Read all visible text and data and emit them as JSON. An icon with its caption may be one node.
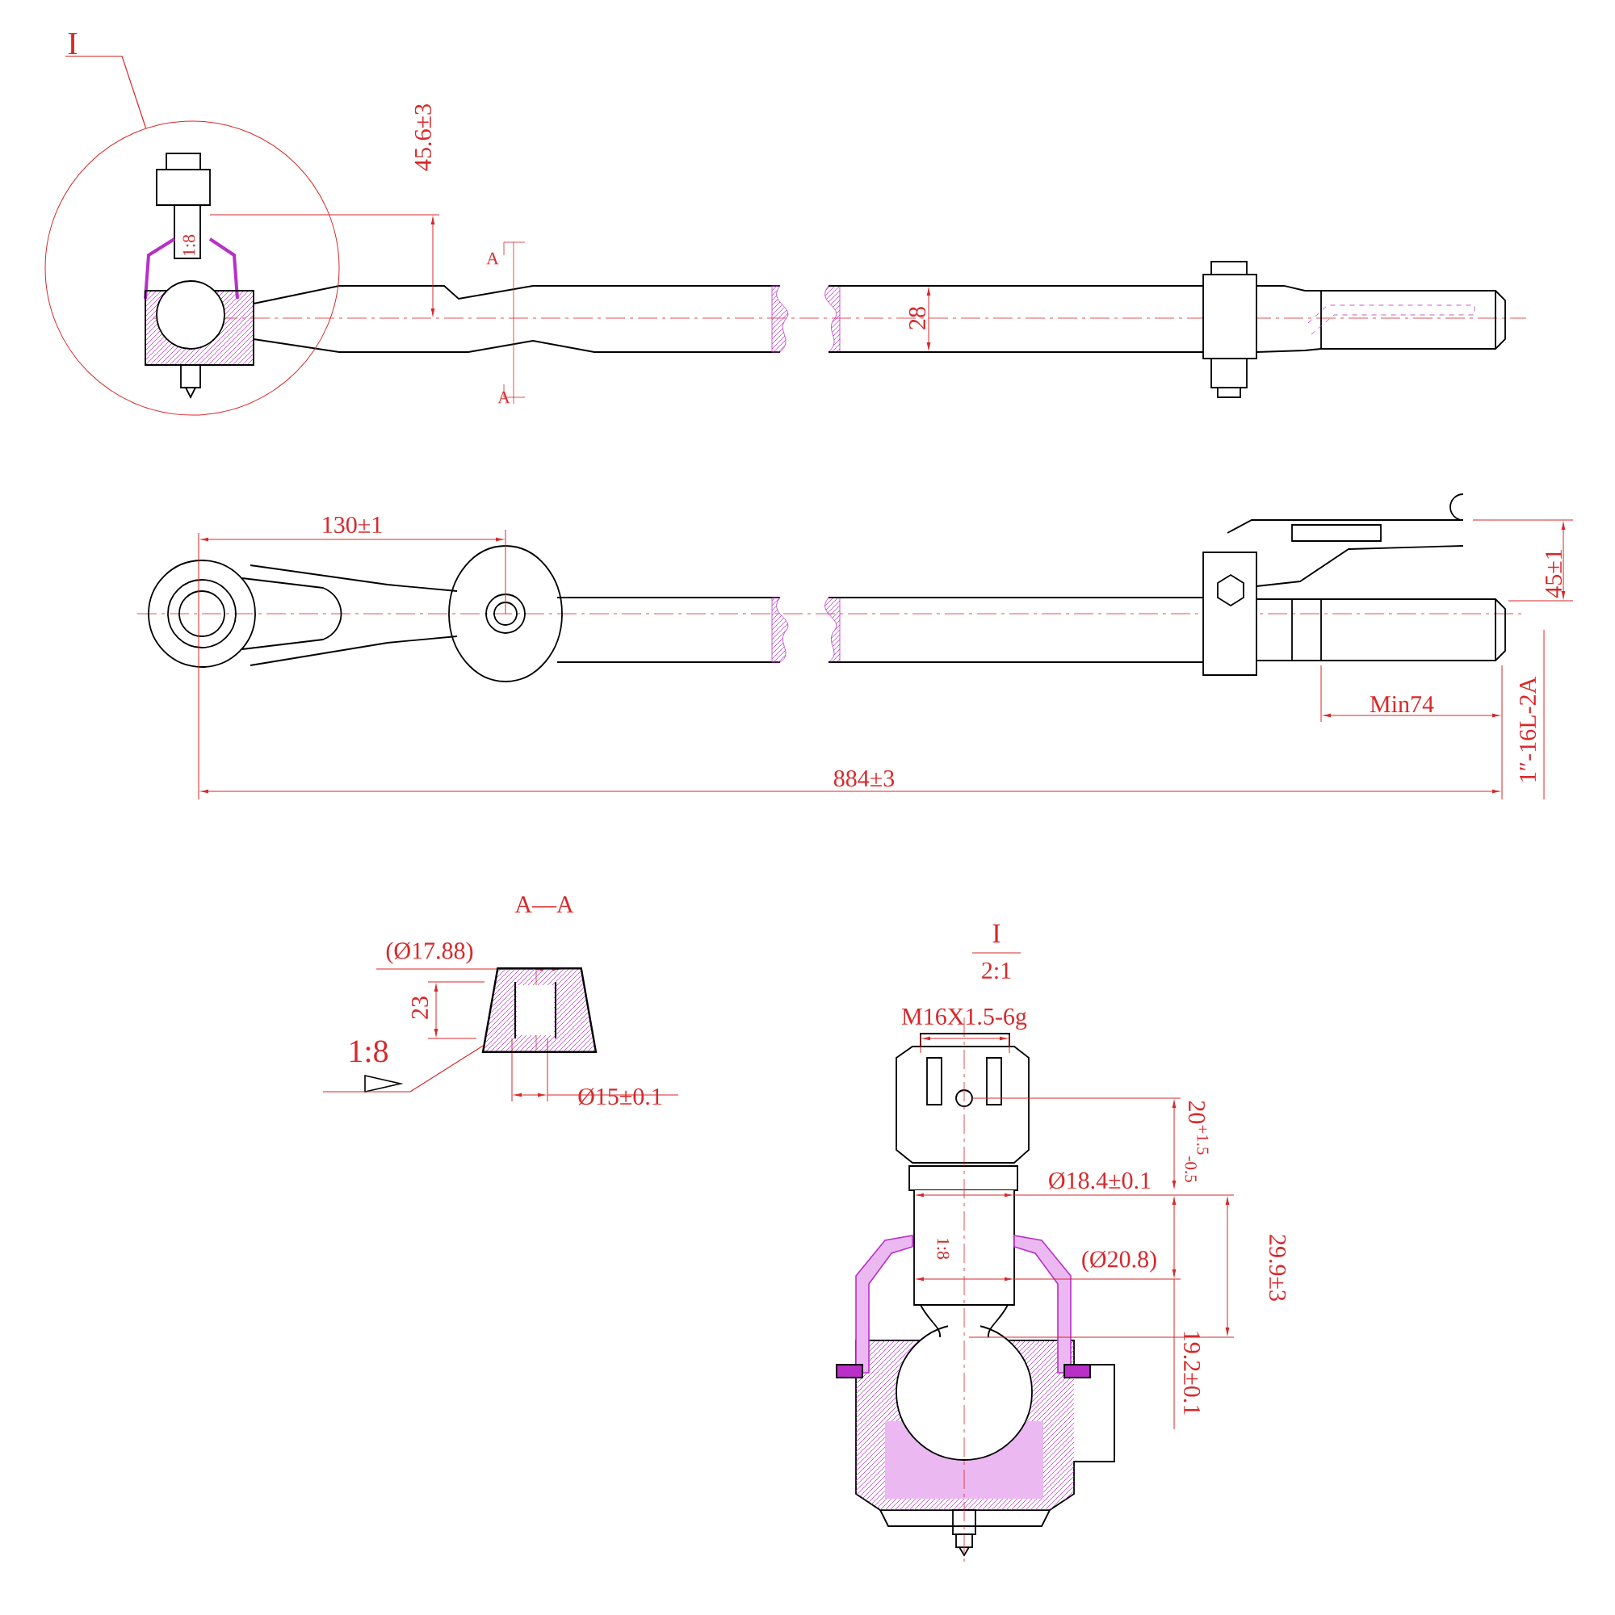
{
  "diagram": {
    "nodes": [
      {
        "text": [
          "I"
        ]
      },
      {
        "text": [],
        "shape": "circle"
      },
      {
        "text": [
          "1:8"
        ]
      },
      {
        "text": [],
        "shape": "box"
      }
    ],
    "edges": [
      {
        "from": 0,
        "to": 1,
        "arrow": "none"
      },
      {
        "from": 2,
        "to": 3,
        "arrow": "none"
      }
    ],
    "labels": [
      "1:8",
      "45.6±3",
      "A",
      "A",
      "28",
      "130±1",
      "45±1",
      "Min74",
      "1″-16L-2A",
      "884±3",
      "A—A",
      "(Ø17.88)",
      "23",
      "Ø15±0.1",
      "I",
      "2:1",
      "M16X1.5-6g",
      "20$^{+1.5}$$_{-0.5}$",
      "Ø18.4±0.1",
      "1:8",
      "(Ø20.8)",
      "29.9±3",
      "19.2±0.1"
    ]
  }
}
